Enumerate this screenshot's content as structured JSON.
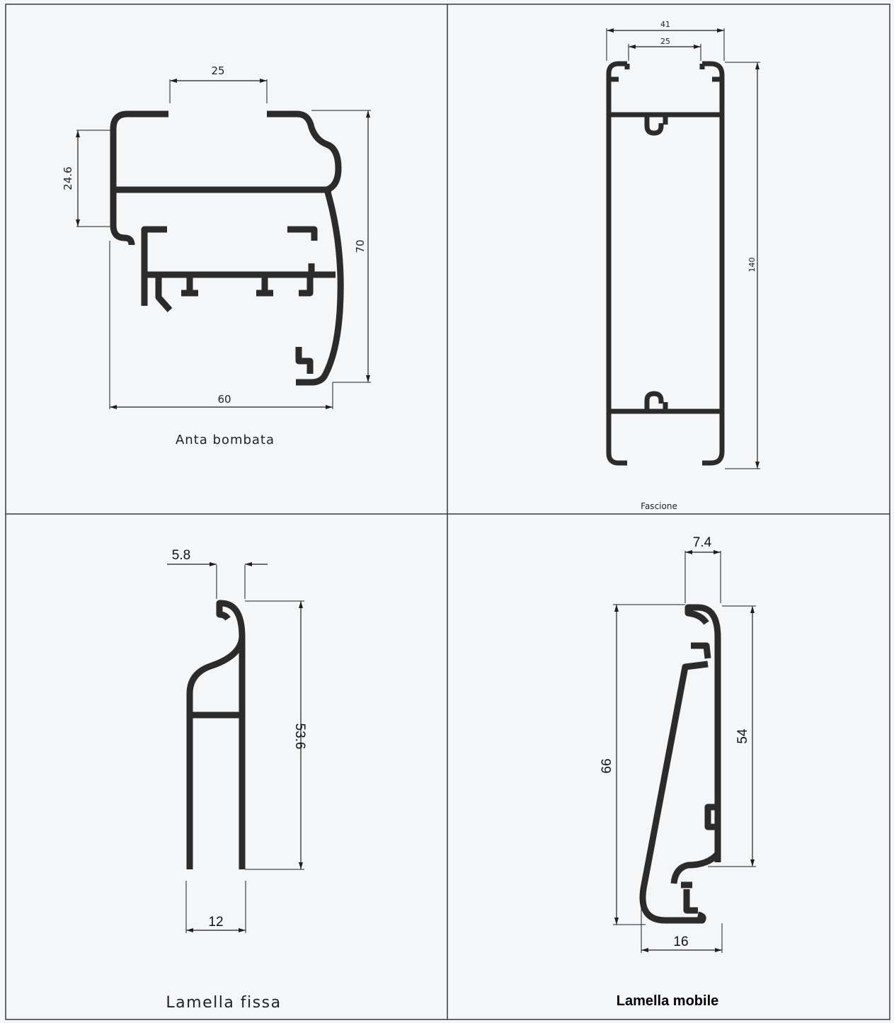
{
  "panels": [
    {
      "caption": "Anta bombata",
      "dimensions": {
        "top": "25",
        "left": "24.6",
        "right": "70",
        "bottom": "60"
      }
    },
    {
      "caption": "Fascione",
      "dimensions": {
        "outer_top": "41",
        "inner_top": "25",
        "right": "140"
      }
    },
    {
      "caption": "Lamella fissa",
      "dimensions": {
        "top": "5.8",
        "right": "53.6",
        "bottom": "12"
      }
    },
    {
      "caption": "Lamella mobile",
      "dimensions": {
        "top": "7.4",
        "left": "66",
        "right": "54",
        "bottom": "16"
      }
    }
  ]
}
